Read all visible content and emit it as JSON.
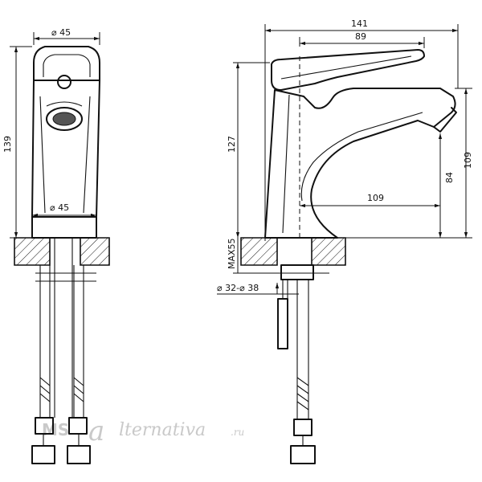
{
  "dimensions": {
    "front_top_width": "⌀ 45",
    "front_base_width": "⌀ 45",
    "front_height": "139",
    "side_total_length": "141",
    "side_handle_length": "89",
    "side_body_height": "127",
    "side_spout_height": "109",
    "side_outlet_height": "84",
    "side_spout_reach": "109",
    "mounting_max_thickness": "MAX55",
    "mounting_hole": "⌀ 32-⌀ 38"
  },
  "watermark": {
    "brand_prefix": "MS",
    "brand_rest": "lternativa",
    "brand_letter": "a",
    "domain_suffix": ".ru"
  }
}
